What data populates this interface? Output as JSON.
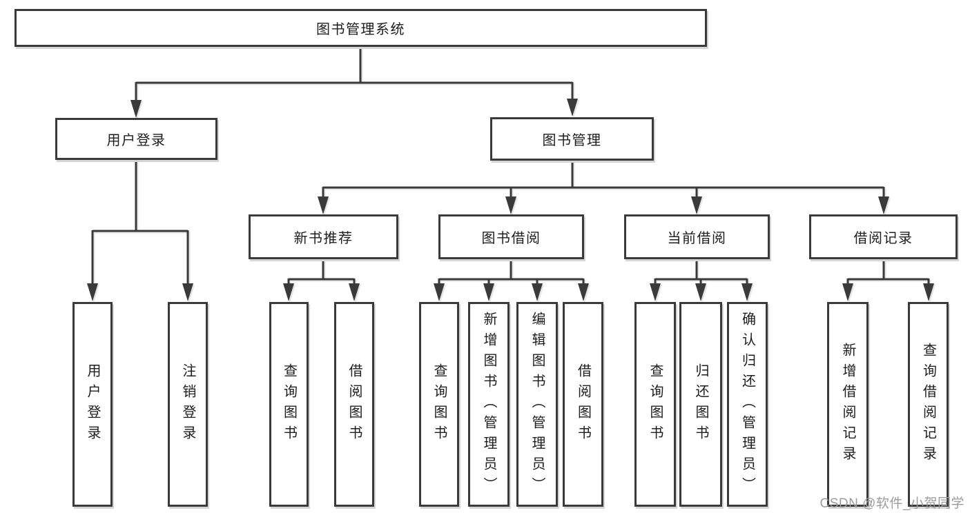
{
  "tree": {
    "root": "图书管理系统",
    "level2": [
      "用户登录",
      "图书管理"
    ],
    "level3": [
      "新书推荐",
      "图书借阅",
      "当前借阅",
      "借阅记录"
    ],
    "leaves": {
      "user_login": [
        "用户登录",
        "注销登录"
      ],
      "new_book_recommend": [
        "查询图书",
        "借阅图书"
      ],
      "book_borrow": [
        "查询图书",
        "新增图书（管理员）",
        "编辑图书（管理员）",
        "借阅图书"
      ],
      "current_borrow": [
        "查询图书",
        "归还图书",
        "确认归还（管理员）"
      ],
      "borrow_records": [
        "新增借阅记录",
        "查询借阅记录"
      ]
    }
  },
  "watermark": "CSDN @软件_小贺同学",
  "colors": {
    "line": "#3a3a3a",
    "text": "#1d1d1d",
    "watermark": "#9c9c9c",
    "background": "#ffffff"
  }
}
